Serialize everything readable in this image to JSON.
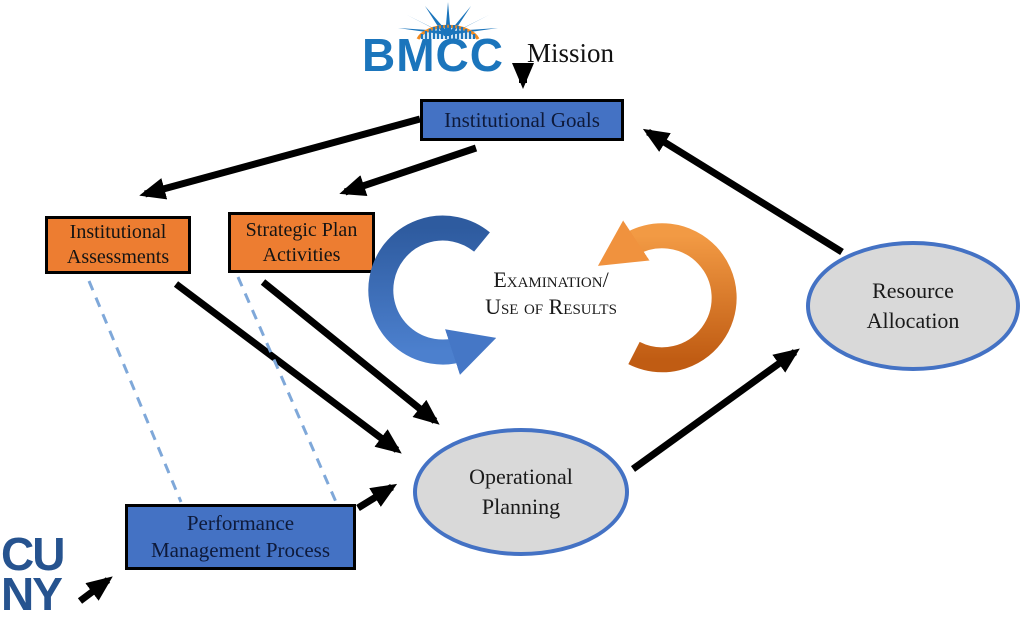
{
  "header": {
    "bmcc_logo_text": "BMCC",
    "mission_label": "Mission"
  },
  "nodes": {
    "institutional_goals": {
      "label": "Institutional Goals"
    },
    "institutional_assessments": {
      "label": "Institutional\nAssessments"
    },
    "strategic_plan_activities": {
      "label": "Strategic Plan\nActivities"
    },
    "resource_allocation": {
      "label": "Resource\nAllocation"
    },
    "operational_planning": {
      "label": "Operational\nPlanning"
    },
    "performance_management_process": {
      "label": "Performance\nManagement Process"
    }
  },
  "center_cycle": {
    "line1": "Examination/",
    "line2": "Use of Results"
  },
  "footer": {
    "cuny_logo_line1": "CU",
    "cuny_logo_line2": "NY"
  },
  "colors": {
    "box_blue": "#4472C4",
    "box_orange": "#ED7D31",
    "box_border": "#000000",
    "ellipse_fill": "#D9D9D9",
    "ellipse_stroke": "#4472C4",
    "arrow_black": "#000000",
    "dashed_blue": "#7FA8D9",
    "cycle_blue_dark": "#2E5B9F",
    "cycle_blue_light": "#4C80CE",
    "cycle_orange_light": "#F29A44",
    "cycle_orange_dark": "#C05C13",
    "bmcc_blue": "#1B75BC",
    "bmcc_orange": "#F28A20",
    "cuny_blue": "#26538F"
  }
}
